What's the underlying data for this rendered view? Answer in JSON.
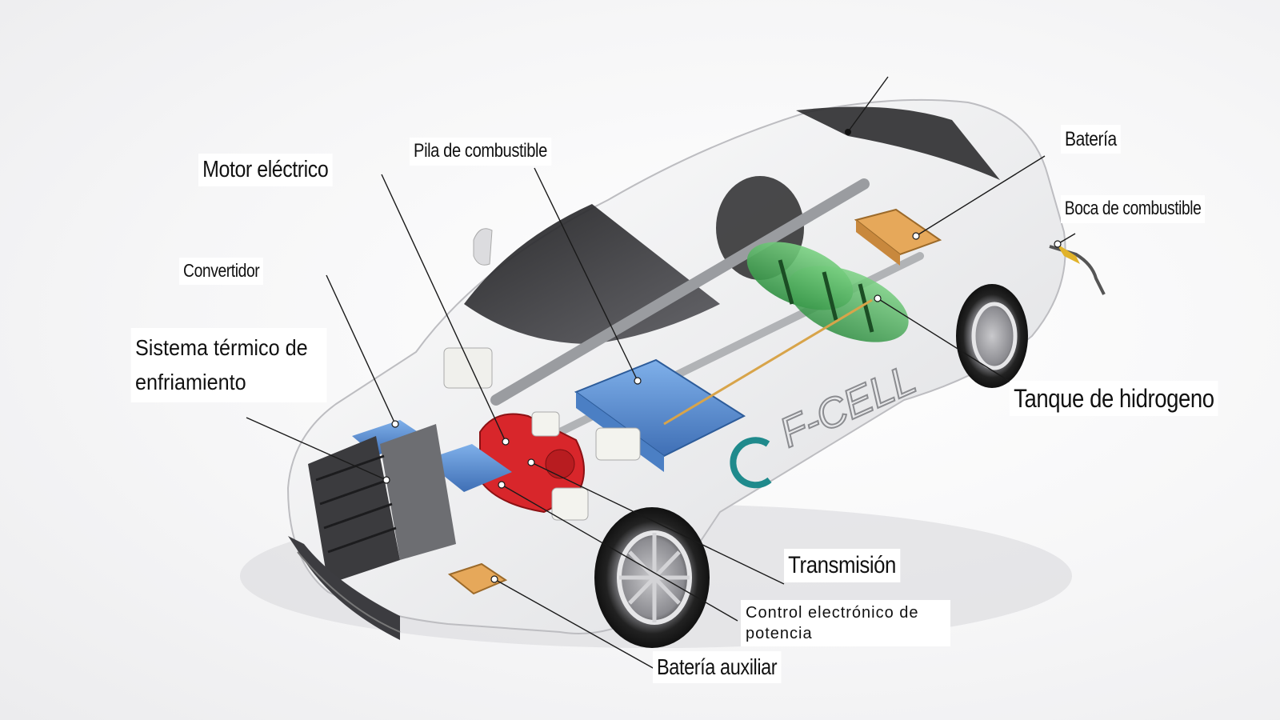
{
  "labels": {
    "motor_electrico": "Motor eléctrico",
    "pila_combustible": "Pila de combustible",
    "convertidor": "Convertidor",
    "sistema_termico": "Sistema térmico de enfriamiento",
    "bateria": "Batería",
    "boca_combustible": "Boca de combustible",
    "tanque_hidrogeno": "Tanque de hidrogeno",
    "transmision": "Transmisión",
    "control_electronico": "Control electrónico de potencia",
    "bateria_auxiliar": "Batería auxiliar"
  },
  "car_badge": "F-CELL",
  "colors": {
    "body": "#f4f4f5",
    "glass": "#2a2a2c",
    "fuel_cell_stack": "#5d8fd1",
    "electric_motor": "#d8262b",
    "hydrogen_tank": "#4caf5a",
    "battery": "#e6a85a",
    "leader_line": "#1a1a1a"
  }
}
